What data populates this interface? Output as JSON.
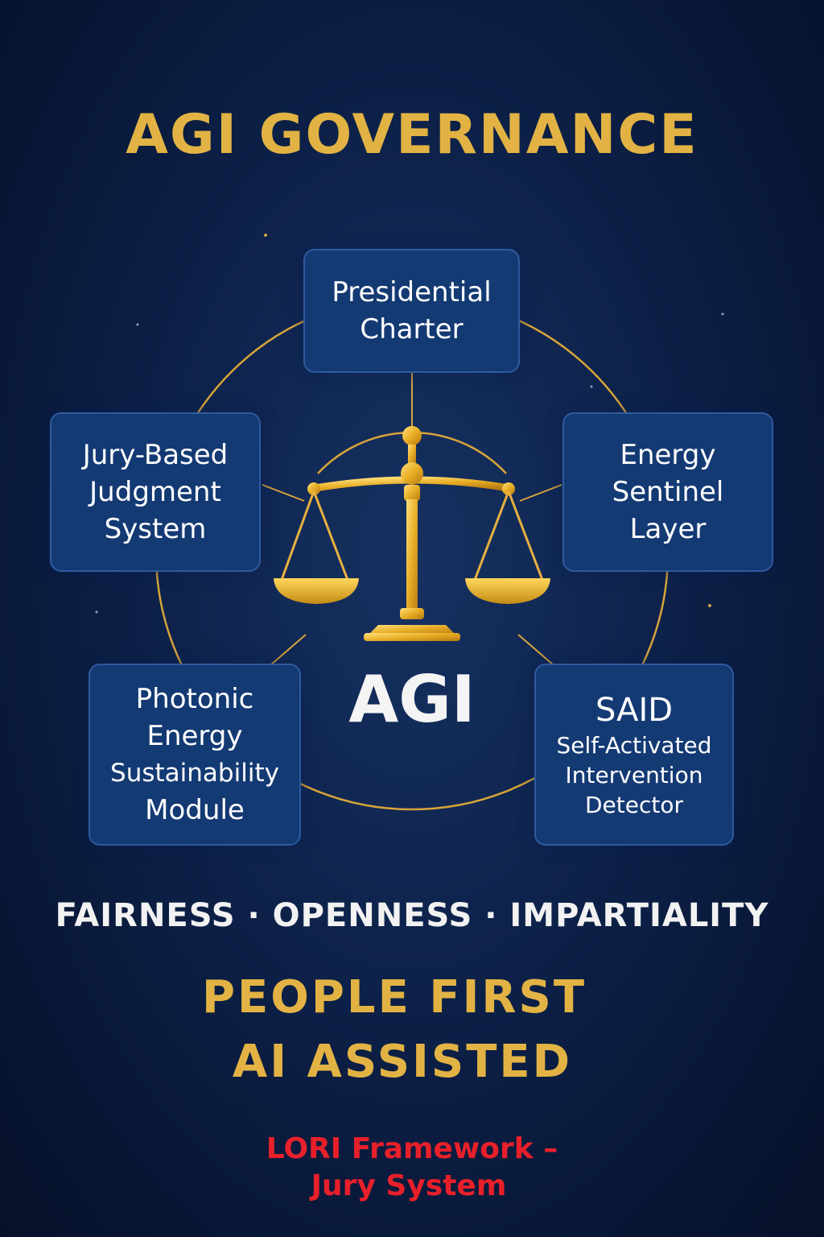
{
  "title": "AGI GOVERNANCE",
  "center_label": "AGI",
  "nodes": {
    "top": {
      "lines": [
        "Presidential",
        "Charter"
      ]
    },
    "left": {
      "lines": [
        "Jury-Based",
        "Judgment",
        "System"
      ]
    },
    "right": {
      "lines": [
        "Energy",
        "Sentinel",
        "Layer"
      ]
    },
    "bottom_left": {
      "lines": [
        "Photonic",
        "Energy",
        "Sustainability",
        "Module"
      ]
    },
    "bottom_right": {
      "heading": "SAID",
      "lines": [
        "Self-Activated",
        "Intervention",
        "Detector"
      ]
    }
  },
  "values_line": "FAIRNESS · OPENNESS · IMPARTIALITY",
  "slogan": {
    "line1": "PEOPLE FIRST",
    "line2": "AI ASSISTED"
  },
  "footer": {
    "faint_text": "LORI Framework – Jury System",
    "red_line1": "LORI Framework –",
    "red_line2": "Jury System"
  },
  "colors": {
    "gold": "#e2b344",
    "box_fill": "#143a74",
    "background": "#0a1b3f",
    "red": "#e8202a"
  },
  "icons": [
    "scales-of-justice-icon"
  ]
}
